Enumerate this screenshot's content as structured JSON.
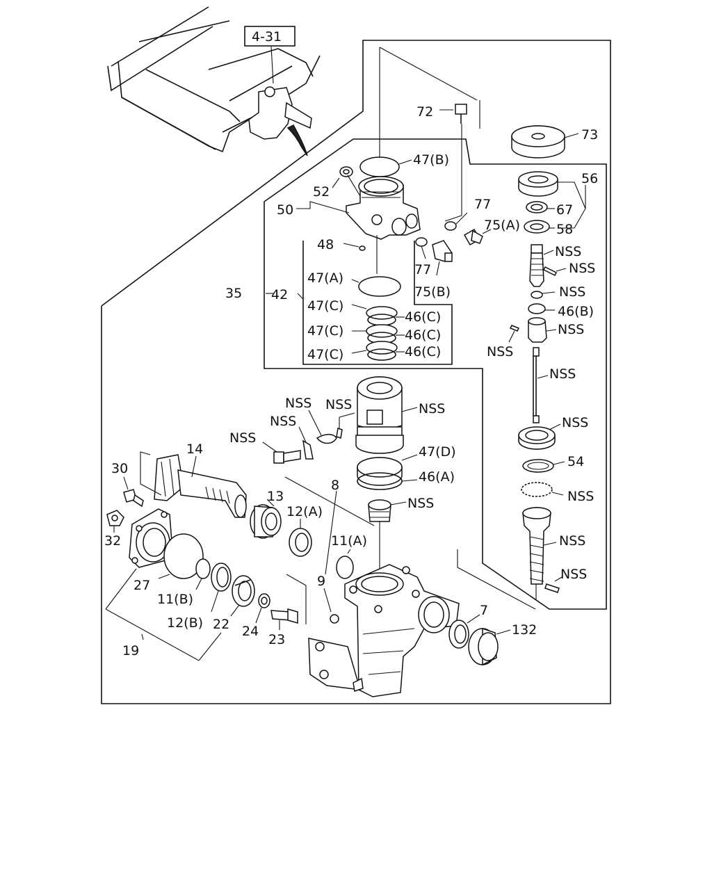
{
  "ref_box": "4-31",
  "labels": {
    "l72": "72",
    "l73": "73",
    "l47B": "47(B)",
    "l56": "56",
    "l52": "52",
    "l50": "50",
    "l77a": "77",
    "l75A": "75(A)",
    "l67": "67",
    "l58": "58",
    "l48": "48",
    "l77b": "77",
    "l75B": "75(B)",
    "l47A": "47(A)",
    "nss1": "NSS",
    "nss2": "NSS",
    "nss3": "NSS",
    "l46B": "46(B)",
    "l35": "35",
    "l42": "42",
    "l47C1": "47(C)",
    "l46C1": "46(C)",
    "l47C2": "47(C)",
    "l46C2": "46(C)",
    "l47C3": "47(C)",
    "l46C3": "46(C)",
    "nss4": "NSS",
    "nss5": "NSS",
    "nss6": "NSS",
    "nss7": "NSS",
    "nss8": "NSS",
    "nss9": "NSS",
    "nss10": "NSS",
    "nss11": "NSS",
    "l47D": "47(D)",
    "l54": "54",
    "l14": "14",
    "l46A": "46(A)",
    "nss12": "NSS",
    "l30": "30",
    "l8": "8",
    "l13": "13",
    "l12A": "12(A)",
    "nss13": "NSS",
    "l32": "32",
    "l11A": "11(A)",
    "nss14": "NSS",
    "nss15": "NSS",
    "l27": "27",
    "l11B": "11(B)",
    "l9": "9",
    "l12B": "12(B)",
    "l22": "22",
    "l7": "7",
    "l132": "132",
    "l24": "24",
    "l23": "23",
    "l19": "19"
  }
}
